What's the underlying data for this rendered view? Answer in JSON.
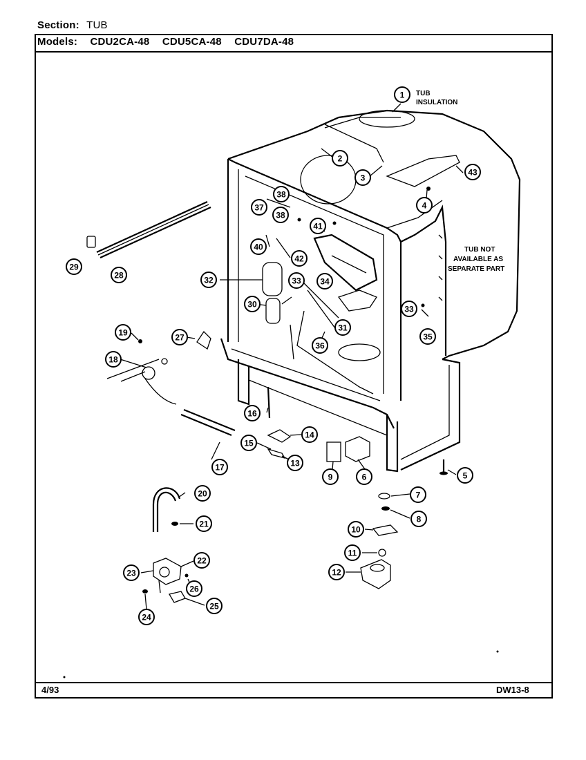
{
  "header": {
    "section_label": "Section:",
    "section_value": "TUB",
    "models_label": "Models:",
    "models": [
      "CDU2CA-48",
      "CDU5CA-48",
      "CDU7DA-48"
    ]
  },
  "notes": {
    "tub_insulation": [
      "TUB",
      "INSULATION"
    ],
    "tub_not_available": [
      "TUB NOT",
      "AVAILABLE AS",
      "SEPARATE PART"
    ]
  },
  "callouts": [
    "1",
    "2",
    "3",
    "43",
    "4",
    "38",
    "36",
    "37",
    "41",
    "40",
    "42",
    "32",
    "33",
    "34",
    "30",
    "31",
    "33b",
    "35",
    "19",
    "27",
    "18",
    "36b",
    "29",
    "28",
    "16",
    "14",
    "15",
    "13",
    "17",
    "9",
    "6",
    "5",
    "7",
    "8",
    "10",
    "20",
    "21",
    "22",
    "11",
    "23",
    "12",
    "26",
    "25",
    "24"
  ],
  "callout_labels": {
    "1": "1",
    "2": "2",
    "3": "3",
    "43": "43",
    "4": "4",
    "38": "38",
    "36": "38",
    "37": "37",
    "41": "41",
    "40": "40",
    "42": "42",
    "32": "32",
    "33": "33",
    "34": "34",
    "30": "30",
    "31": "31",
    "33b": "33",
    "35": "35",
    "19": "19",
    "27": "27",
    "18": "18",
    "36b": "36",
    "29": "29",
    "28": "28",
    "16": "16",
    "14": "14",
    "15": "15",
    "13": "13",
    "17": "17",
    "9": "9",
    "6": "6",
    "5": "5",
    "7": "7",
    "8": "8",
    "10": "10",
    "20": "20",
    "21": "21",
    "22": "22",
    "11": "11",
    "23": "23",
    "12": "12",
    "26": "26",
    "25": "25",
    "24": "24"
  },
  "footer": {
    "date": "4/93",
    "code": "DW13-8"
  }
}
